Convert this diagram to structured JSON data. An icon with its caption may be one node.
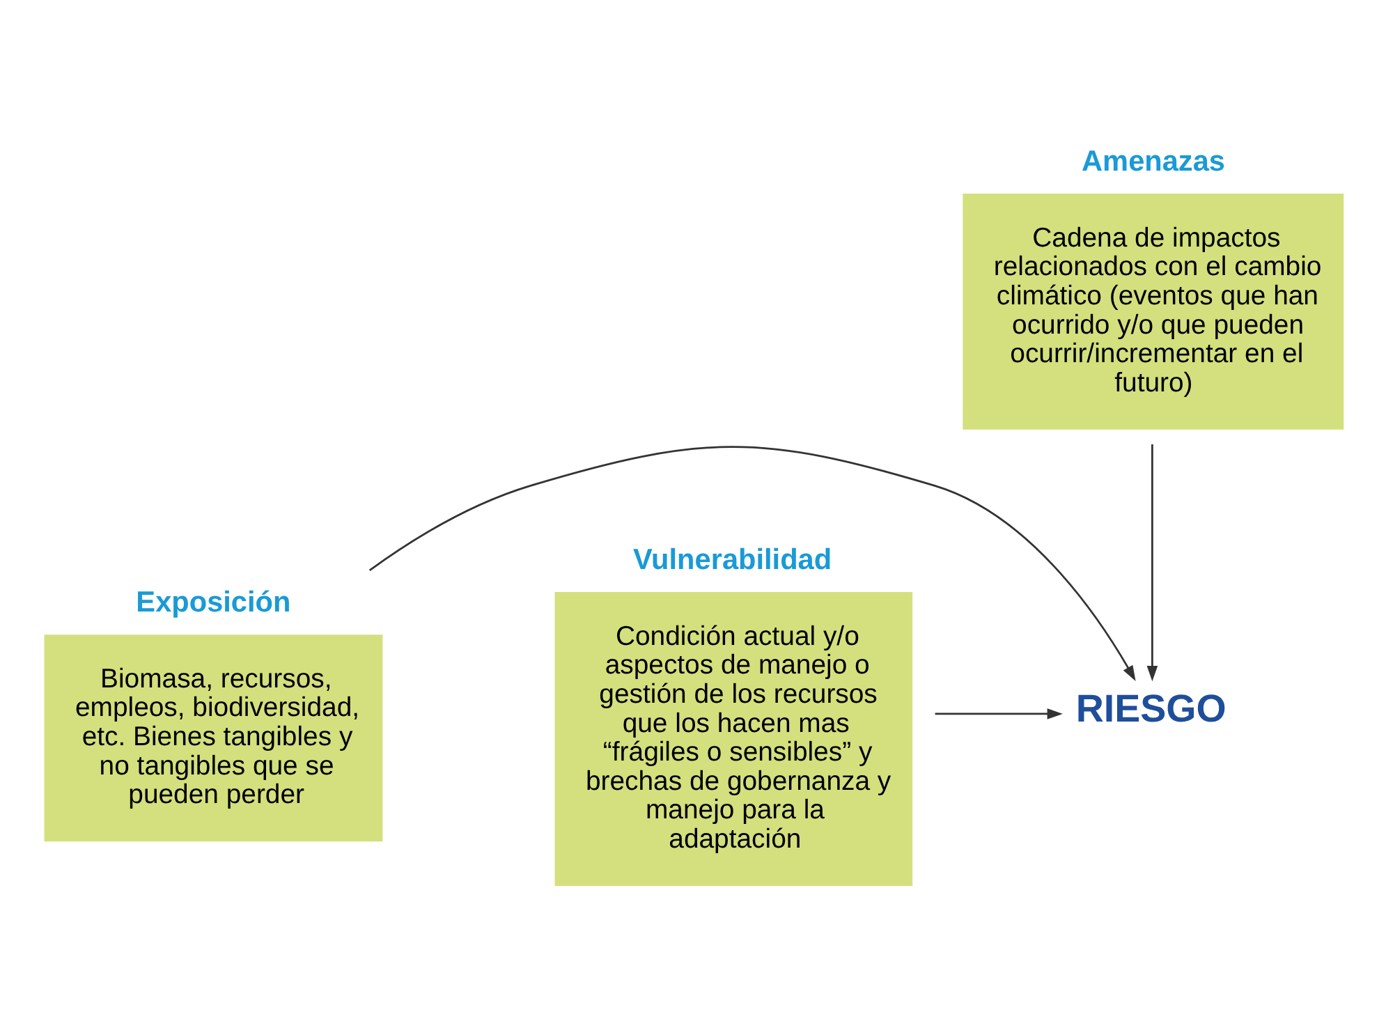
{
  "diagram": {
    "nodes": [
      {
        "text": [
          "Amenazas",
          "Cadena de impactos relacionados con el cambio climático (eventos que han ocurrido y/o que pueden ocurrir/incrementar en el futuro)"
        ]
      },
      {
        "text": [
          "Exposición",
          "Biomasa, recursos, empleos, biodiversidad, etc. Bienes tangibles y no tangibles que se pueden perder"
        ]
      },
      {
        "text": [
          "RIESGO"
        ]
      },
      {
        "text": [
          "Vulnerabilidad",
          "Condición actual y/o aspectos de manejo o gestión de los recursos que los hacen mas “frágiles o sensibles” y brechas de gobernanza y manejo para la adaptación"
        ]
      }
    ],
    "edges": [
      {
        "from": 0,
        "to": 2,
        "arrow": "to"
      },
      {
        "from": 1,
        "to": 2,
        "arrow": "to"
      },
      {
        "from": 3,
        "to": 2,
        "arrow": "to"
      }
    ]
  }
}
